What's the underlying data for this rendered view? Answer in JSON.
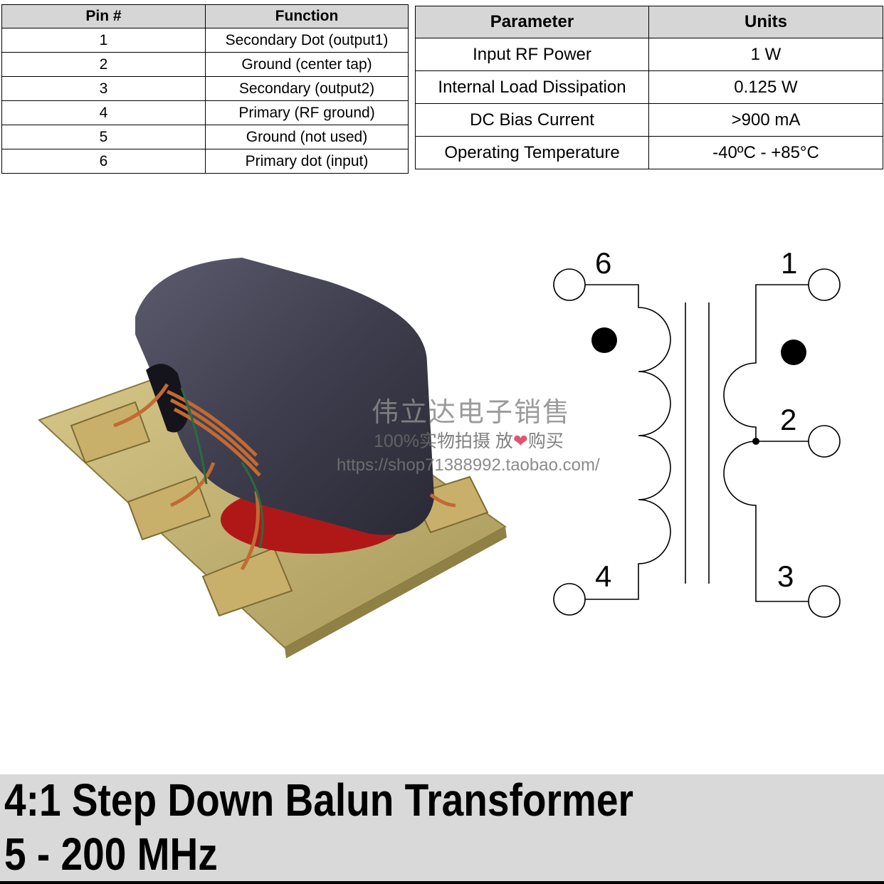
{
  "pin_table": {
    "headers": [
      "Pin #",
      "Function"
    ],
    "rows": [
      [
        "1",
        "Secondary Dot (output1)"
      ],
      [
        "2",
        "Ground (center tap)"
      ],
      [
        "3",
        "Secondary (output2)"
      ],
      [
        "4",
        "Primary (RF ground)"
      ],
      [
        "5",
        "Ground (not used)"
      ],
      [
        "6",
        "Primary dot (input)"
      ]
    ]
  },
  "param_table": {
    "headers": [
      "Parameter",
      "Units"
    ],
    "rows": [
      [
        "Input RF Power",
        "1 W"
      ],
      [
        "Internal Load Dissipation",
        "0.125 W"
      ],
      [
        "DC Bias Current",
        ">900 mA"
      ],
      [
        "Operating Temperature",
        "-40ºC - +85°C"
      ]
    ]
  },
  "schematic": {
    "pins": {
      "p6": "6",
      "p1": "1",
      "p2": "2",
      "p4": "4",
      "p3": "3"
    }
  },
  "watermark": {
    "line1": "伟立达电子销售",
    "line2_a": "100%实物拍摄 放",
    "line2_b": "购买",
    "line3": "https://shop71388992.taobao.com/"
  },
  "title": {
    "line1": "4:1 Step Down Balun Transformer",
    "line2": "5 - 200 MHz"
  }
}
